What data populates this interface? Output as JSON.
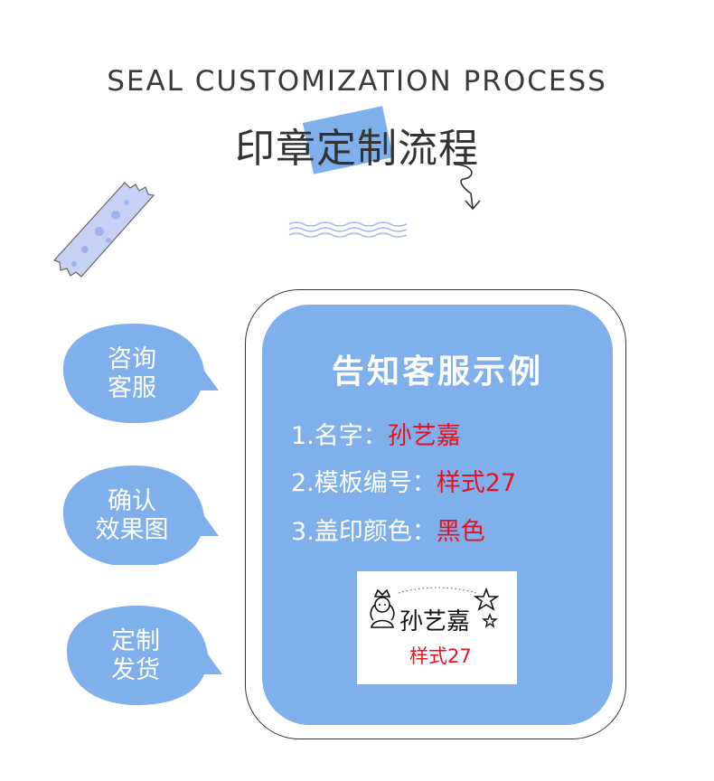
{
  "header": {
    "title_en": "SEAL CUSTOMIZATION PROCESS",
    "title_cn": "印章定制流程"
  },
  "steps": [
    {
      "label_line1": "咨询",
      "label_line2": "客服"
    },
    {
      "label_line1": "确认",
      "label_line2": "效果图"
    },
    {
      "label_line1": "定制",
      "label_line2": "发货"
    }
  ],
  "card": {
    "title": "告知客服示例",
    "rows": [
      {
        "label": "1.名字：",
        "value": "孙艺嘉"
      },
      {
        "label": "2.模板编号：",
        "value": "样式27"
      },
      {
        "label": "3.盖印颜色：",
        "value": "黑色"
      }
    ],
    "preview": {
      "name": "孙艺嘉",
      "style": "样式27"
    }
  },
  "colors": {
    "accent_blue": "#7fb0ec",
    "value_red": "#e8101e",
    "text_dark": "#333333"
  }
}
